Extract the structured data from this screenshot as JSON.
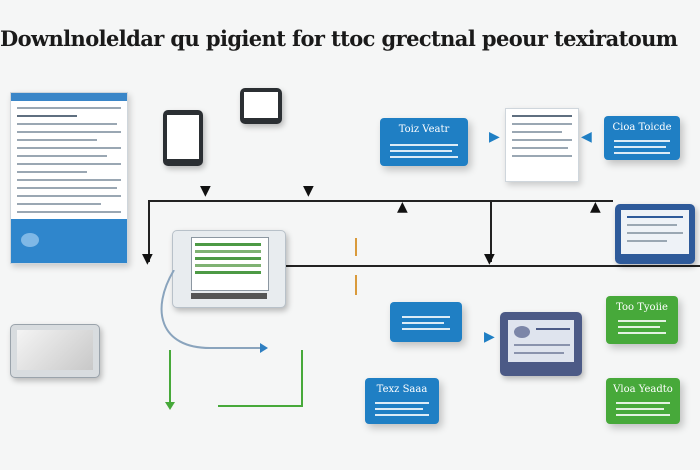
{
  "title": "Downlnoleldar qu pigient for ttoc grectnal peour texiratoum",
  "cards": {
    "blue_top_1": "Toiz Veatr",
    "blue_top_2": "Cioa Toicde",
    "blue_mid": "",
    "green_mid": "Too Tyoiie",
    "blue_bottom": "Texz Saaa",
    "green_bottom": "Vloa Yeadto"
  },
  "colors": {
    "blue": "#1f7fc4",
    "green": "#47a93a",
    "navy": "#2e5a9a",
    "line": "#222222"
  }
}
